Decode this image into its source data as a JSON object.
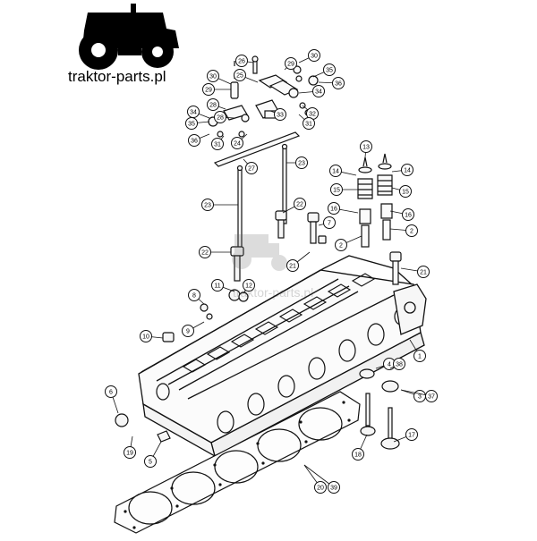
{
  "brand": {
    "name": "traktor-parts.pl",
    "watermark": "traktor-parts.pl"
  },
  "diagram": {
    "callouts": [
      {
        "label": "26"
      },
      {
        "label": "30"
      },
      {
        "label": "29"
      },
      {
        "label": "35"
      },
      {
        "label": "30"
      },
      {
        "label": "29"
      },
      {
        "label": "25"
      },
      {
        "label": "36"
      },
      {
        "label": "34"
      },
      {
        "label": "28"
      },
      {
        "label": "33"
      },
      {
        "label": "34"
      },
      {
        "label": "35"
      },
      {
        "label": "32"
      },
      {
        "label": "31"
      },
      {
        "label": "28"
      },
      {
        "label": "36"
      },
      {
        "label": "31"
      },
      {
        "label": "24"
      },
      {
        "label": "27"
      },
      {
        "label": "23"
      },
      {
        "label": "23"
      },
      {
        "label": "13"
      },
      {
        "label": "14"
      },
      {
        "label": "14"
      },
      {
        "label": "15"
      },
      {
        "label": "15"
      },
      {
        "label": "16"
      },
      {
        "label": "16"
      },
      {
        "label": "22"
      },
      {
        "label": "7"
      },
      {
        "label": "2"
      },
      {
        "label": "2"
      },
      {
        "label": "22"
      },
      {
        "label": "21"
      },
      {
        "label": "21"
      },
      {
        "label": "8"
      },
      {
        "label": "11"
      },
      {
        "label": "12"
      },
      {
        "label": "9"
      },
      {
        "label": "10"
      },
      {
        "label": "1"
      },
      {
        "label": "4"
      },
      {
        "label": "38"
      },
      {
        "label": "3"
      },
      {
        "label": "37"
      },
      {
        "label": "6"
      },
      {
        "label": "17"
      },
      {
        "label": "18"
      },
      {
        "label": "19"
      },
      {
        "label": "5"
      },
      {
        "label": "20"
      },
      {
        "label": "39"
      }
    ]
  }
}
